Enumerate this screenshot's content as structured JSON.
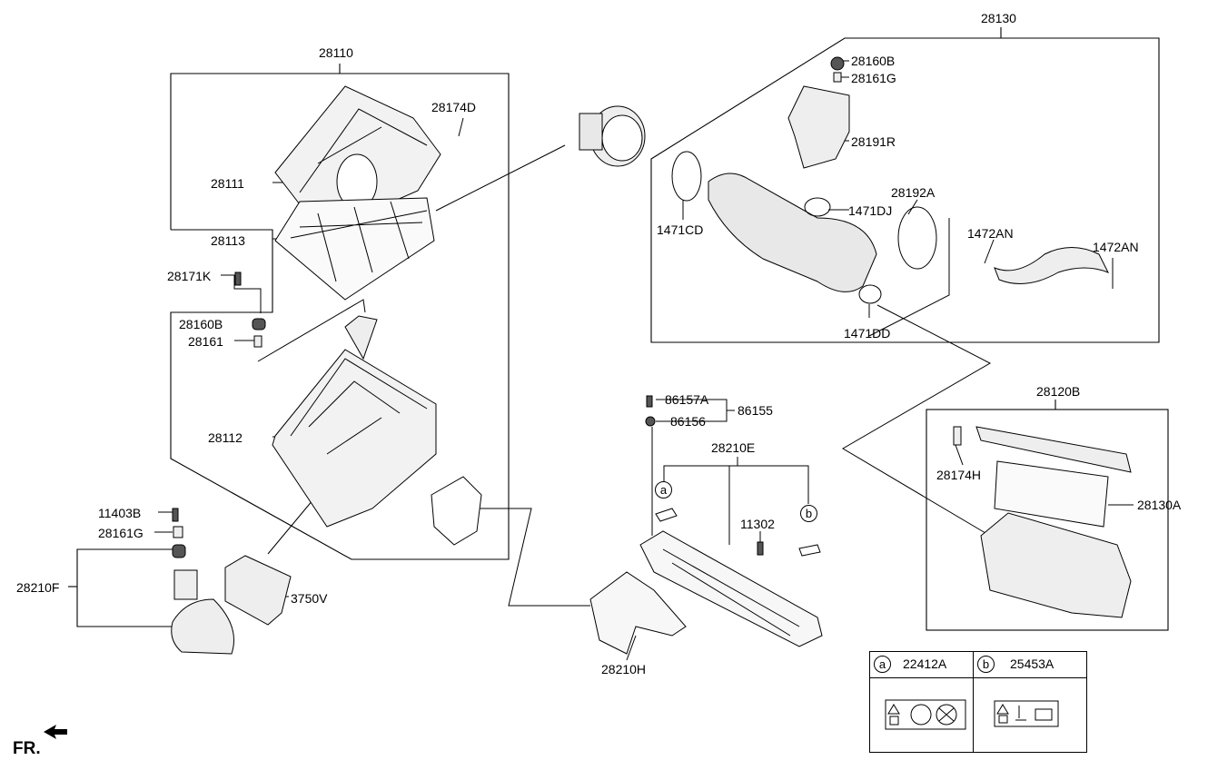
{
  "labels": {
    "p28110": "28110",
    "p28174D": "28174D",
    "p28111": "28111",
    "p28113": "28113",
    "p28171K": "28171K",
    "p28160B_l": "28160B",
    "p28161": "28161",
    "p28112": "28112",
    "p11403B": "11403B",
    "p28161G_l": "28161G",
    "p28210F": "28210F",
    "p3750V": "3750V",
    "p28130": "28130",
    "p28160B_r": "28160B",
    "p28161G_r": "28161G",
    "p28191R": "28191R",
    "p28192A": "28192A",
    "p1471DJ": "1471DJ",
    "p1471CD": "1471CD",
    "p1472AN_a": "1472AN",
    "p1472AN_b": "1472AN",
    "p1471DD": "1471DD",
    "p86157A": "86157A",
    "p86155": "86155",
    "p86156": "86156",
    "p28210E": "28210E",
    "p11302": "11302",
    "p28210H": "28210H",
    "p28120B": "28120B",
    "p28174H": "28174H",
    "p28130A": "28130A"
  },
  "callouts": {
    "a": "a",
    "b": "b"
  },
  "legend": {
    "a": {
      "marker": "a",
      "code": "22412A"
    },
    "b": {
      "marker": "b",
      "code": "25453A"
    }
  },
  "footer": {
    "direction": "FR."
  }
}
